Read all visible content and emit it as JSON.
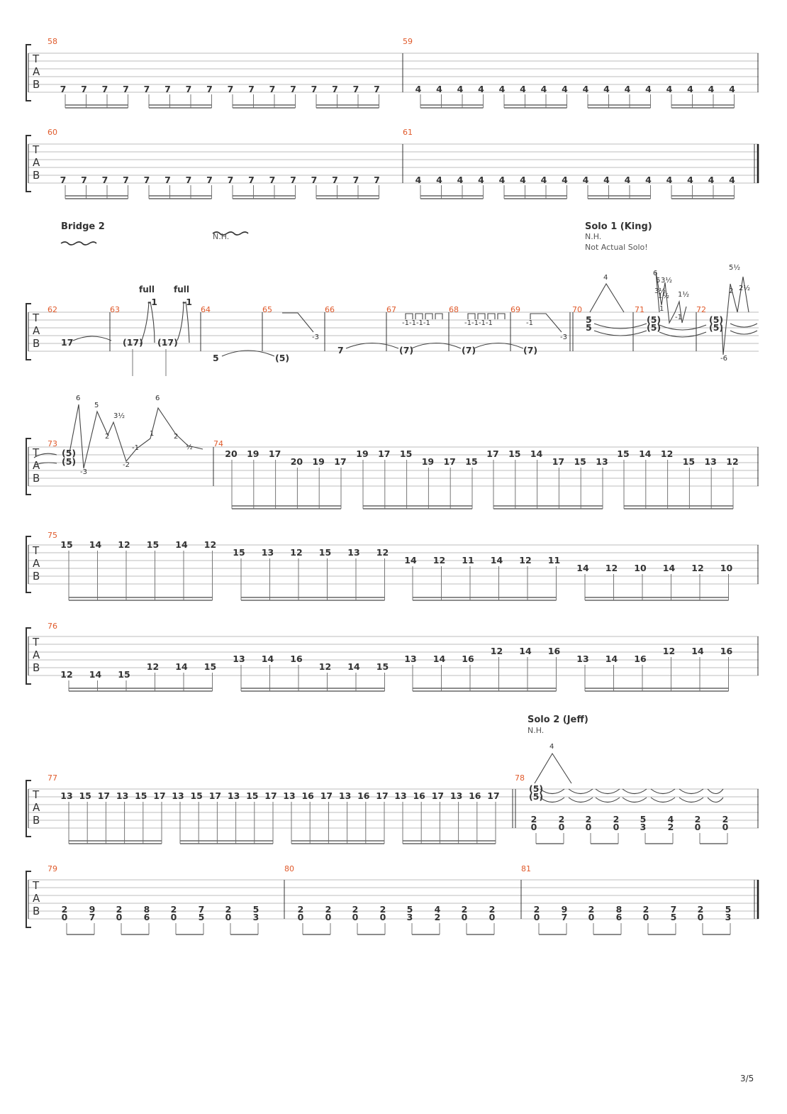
{
  "page": {
    "number": "3/5"
  },
  "tab_clef": [
    "T",
    "A",
    "B"
  ],
  "labels": {
    "bridge2": "Bridge 2",
    "nh": "N.H.",
    "solo1": "Solo 1 (King)",
    "solo1_nh": "N.H.",
    "solo1_note": "Not Actual Solo!",
    "solo2": "Solo 2 (Jeff)",
    "solo2_nh": "N.H.",
    "full": "full"
  },
  "measures": {
    "m58": "58",
    "m59": "59",
    "m60": "60",
    "m61": "61",
    "m62": "62",
    "m63": "63",
    "m64": "64",
    "m65": "65",
    "m66": "66",
    "m67": "67",
    "m68": "68",
    "m69": "69",
    "m70": "70",
    "m71": "71",
    "m72": "72",
    "m73": "73",
    "m74": "74",
    "m75": "75",
    "m76": "76",
    "m77": "77",
    "m78": "78",
    "m79": "79",
    "m80": "80",
    "m81": "81"
  },
  "riffs": {
    "m58": [
      "7",
      "7",
      "7",
      "7",
      "7",
      "7",
      "7",
      "7",
      "7",
      "7",
      "7",
      "7",
      "7",
      "7",
      "7",
      "7"
    ],
    "m59": [
      "4",
      "4",
      "4",
      "4",
      "4",
      "4",
      "4",
      "4",
      "4",
      "4",
      "4",
      "4",
      "4",
      "4",
      "4",
      "4"
    ],
    "m60": [
      "7",
      "7",
      "7",
      "7",
      "7",
      "7",
      "7",
      "7",
      "7",
      "7",
      "7",
      "7",
      "7",
      "7",
      "7",
      "7"
    ],
    "m61": [
      "4",
      "4",
      "4",
      "4",
      "4",
      "4",
      "4",
      "4",
      "4",
      "4",
      "4",
      "4",
      "4",
      "4",
      "4",
      "4"
    ],
    "m74_top": [
      "20",
      "19",
      "17",
      "19",
      "17",
      "15",
      "17",
      "15",
      "14",
      "15",
      "14",
      "12"
    ],
    "m74_low": [
      "20",
      "19",
      "17",
      "19",
      "17",
      "15",
      "17",
      "15",
      "13",
      "15",
      "13",
      "12"
    ],
    "m75_g1": [
      "15",
      "14",
      "12",
      "15",
      "14",
      "12"
    ],
    "m75_g2": [
      "15",
      "13",
      "12",
      "15",
      "13",
      "12"
    ],
    "m75_g3": [
      "14",
      "12",
      "11",
      "14",
      "12",
      "11"
    ],
    "m75_g4": [
      "14",
      "12",
      "10",
      "14",
      "12",
      "10"
    ],
    "m76_g1": [
      "12",
      "14",
      "15",
      "12",
      "14",
      "15"
    ],
    "m76_g2": [
      "13",
      "14",
      "16",
      "12",
      "14",
      "15"
    ],
    "m76_g3": [
      "13",
      "14",
      "16",
      "12",
      "14",
      "16"
    ],
    "m76_g4": [
      "13",
      "14",
      "16",
      "12",
      "14",
      "16"
    ],
    "m77_g1": [
      "13",
      "15",
      "17",
      "13",
      "15",
      "17"
    ],
    "m77_g2": [
      "13",
      "15",
      "17",
      "13",
      "15",
      "17"
    ],
    "m77_g3": [
      "13",
      "16",
      "17",
      "13",
      "16",
      "17"
    ],
    "m77_g4": [
      "13",
      "16",
      "17",
      "13",
      "16",
      "17"
    ],
    "m78_top": [
      "2",
      "2",
      "2",
      "2",
      "5",
      "4",
      "2",
      "2"
    ],
    "m78_low": [
      "0",
      "0",
      "0",
      "0",
      "3",
      "2",
      "0",
      "0"
    ],
    "m79_top": [
      "2",
      "9",
      "2",
      "8",
      "2",
      "7",
      "2",
      "5"
    ],
    "m79_low": [
      "0",
      "7",
      "0",
      "6",
      "0",
      "5",
      "0",
      "3"
    ],
    "m80_top": [
      "2",
      "2",
      "2",
      "2",
      "5",
      "4",
      "2",
      "2"
    ],
    "m80_low": [
      "0",
      "0",
      "0",
      "0",
      "3",
      "2",
      "0",
      "0"
    ],
    "m81_top": [
      "2",
      "9",
      "2",
      "8",
      "2",
      "7",
      "2",
      "5"
    ],
    "m81_low": [
      "0",
      "7",
      "0",
      "6",
      "0",
      "5",
      "0",
      "3"
    ]
  },
  "misc": {
    "f17": "17",
    "f17p": "(17)",
    "f5": "5",
    "f5p": "(5)",
    "f7": "7",
    "f7p": "(7)",
    "m3": "-3",
    "m1": "-1",
    "m2": "-2",
    "m6": "-6",
    "b4": "4",
    "b6": "6",
    "b5": "5",
    "b3h": "3½",
    "b2": "2",
    "b1": "1",
    "bh": "½",
    "b1h": "1½",
    "b5h": "5½",
    "b2h": "2½"
  }
}
